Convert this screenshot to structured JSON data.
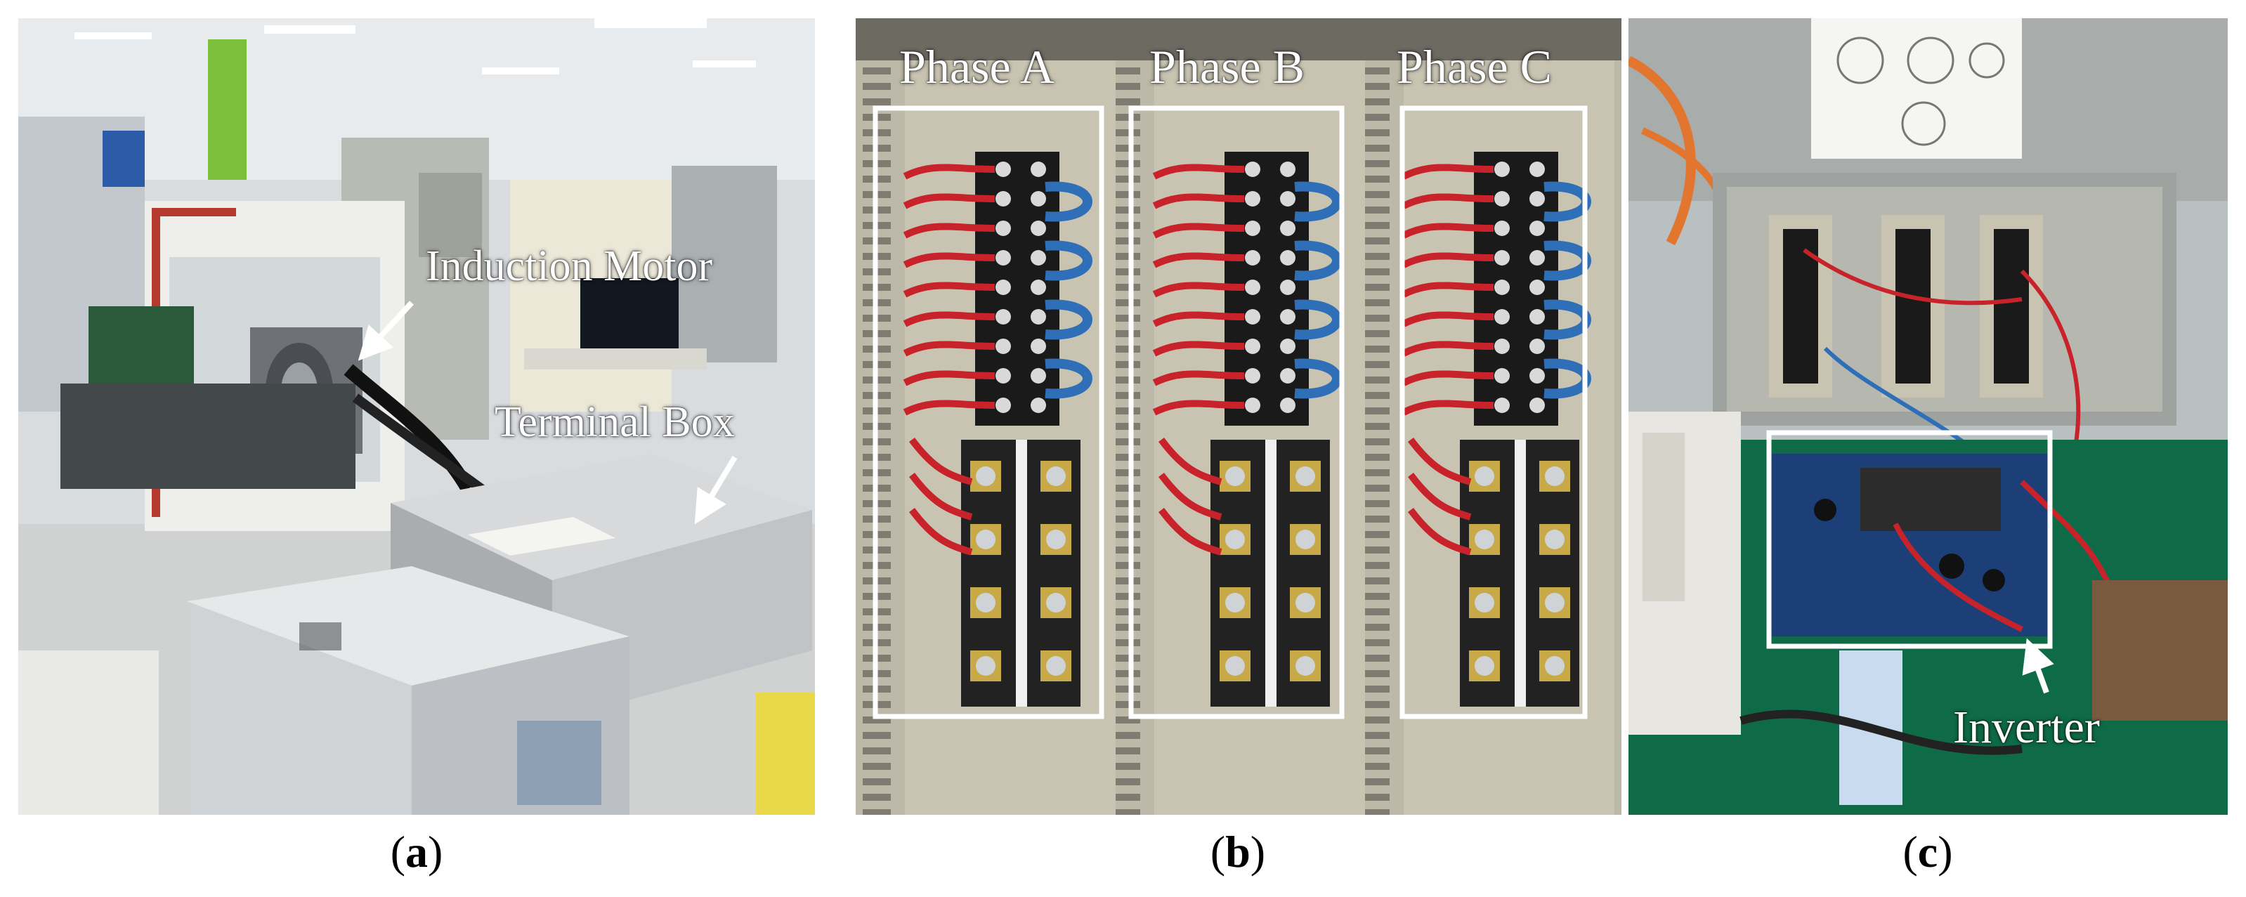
{
  "panels": {
    "a": {
      "caption": "(a)",
      "caption_letter": "a",
      "labels": {
        "induction_motor": "Induction Motor",
        "terminal_box": "Terminal Box"
      }
    },
    "b": {
      "caption": "(b)",
      "caption_letter": "b",
      "labels": {
        "phase_a": "Phase A",
        "phase_b": "Phase B",
        "phase_c": "Phase C"
      }
    },
    "c": {
      "caption": "(c)",
      "caption_letter": "c",
      "labels": {
        "inverter": "Inverter"
      }
    }
  },
  "colors": {
    "label_text": "#ffffff",
    "highlight_box": "#ffffff",
    "cabinet": "#c9c4b4",
    "terminal_block": "#1a1a1a",
    "wire_red": "#c8232b",
    "wire_blue": "#2e6fb8",
    "pcb_blue": "#1d3f78",
    "bench_green": "#0f6b47"
  }
}
